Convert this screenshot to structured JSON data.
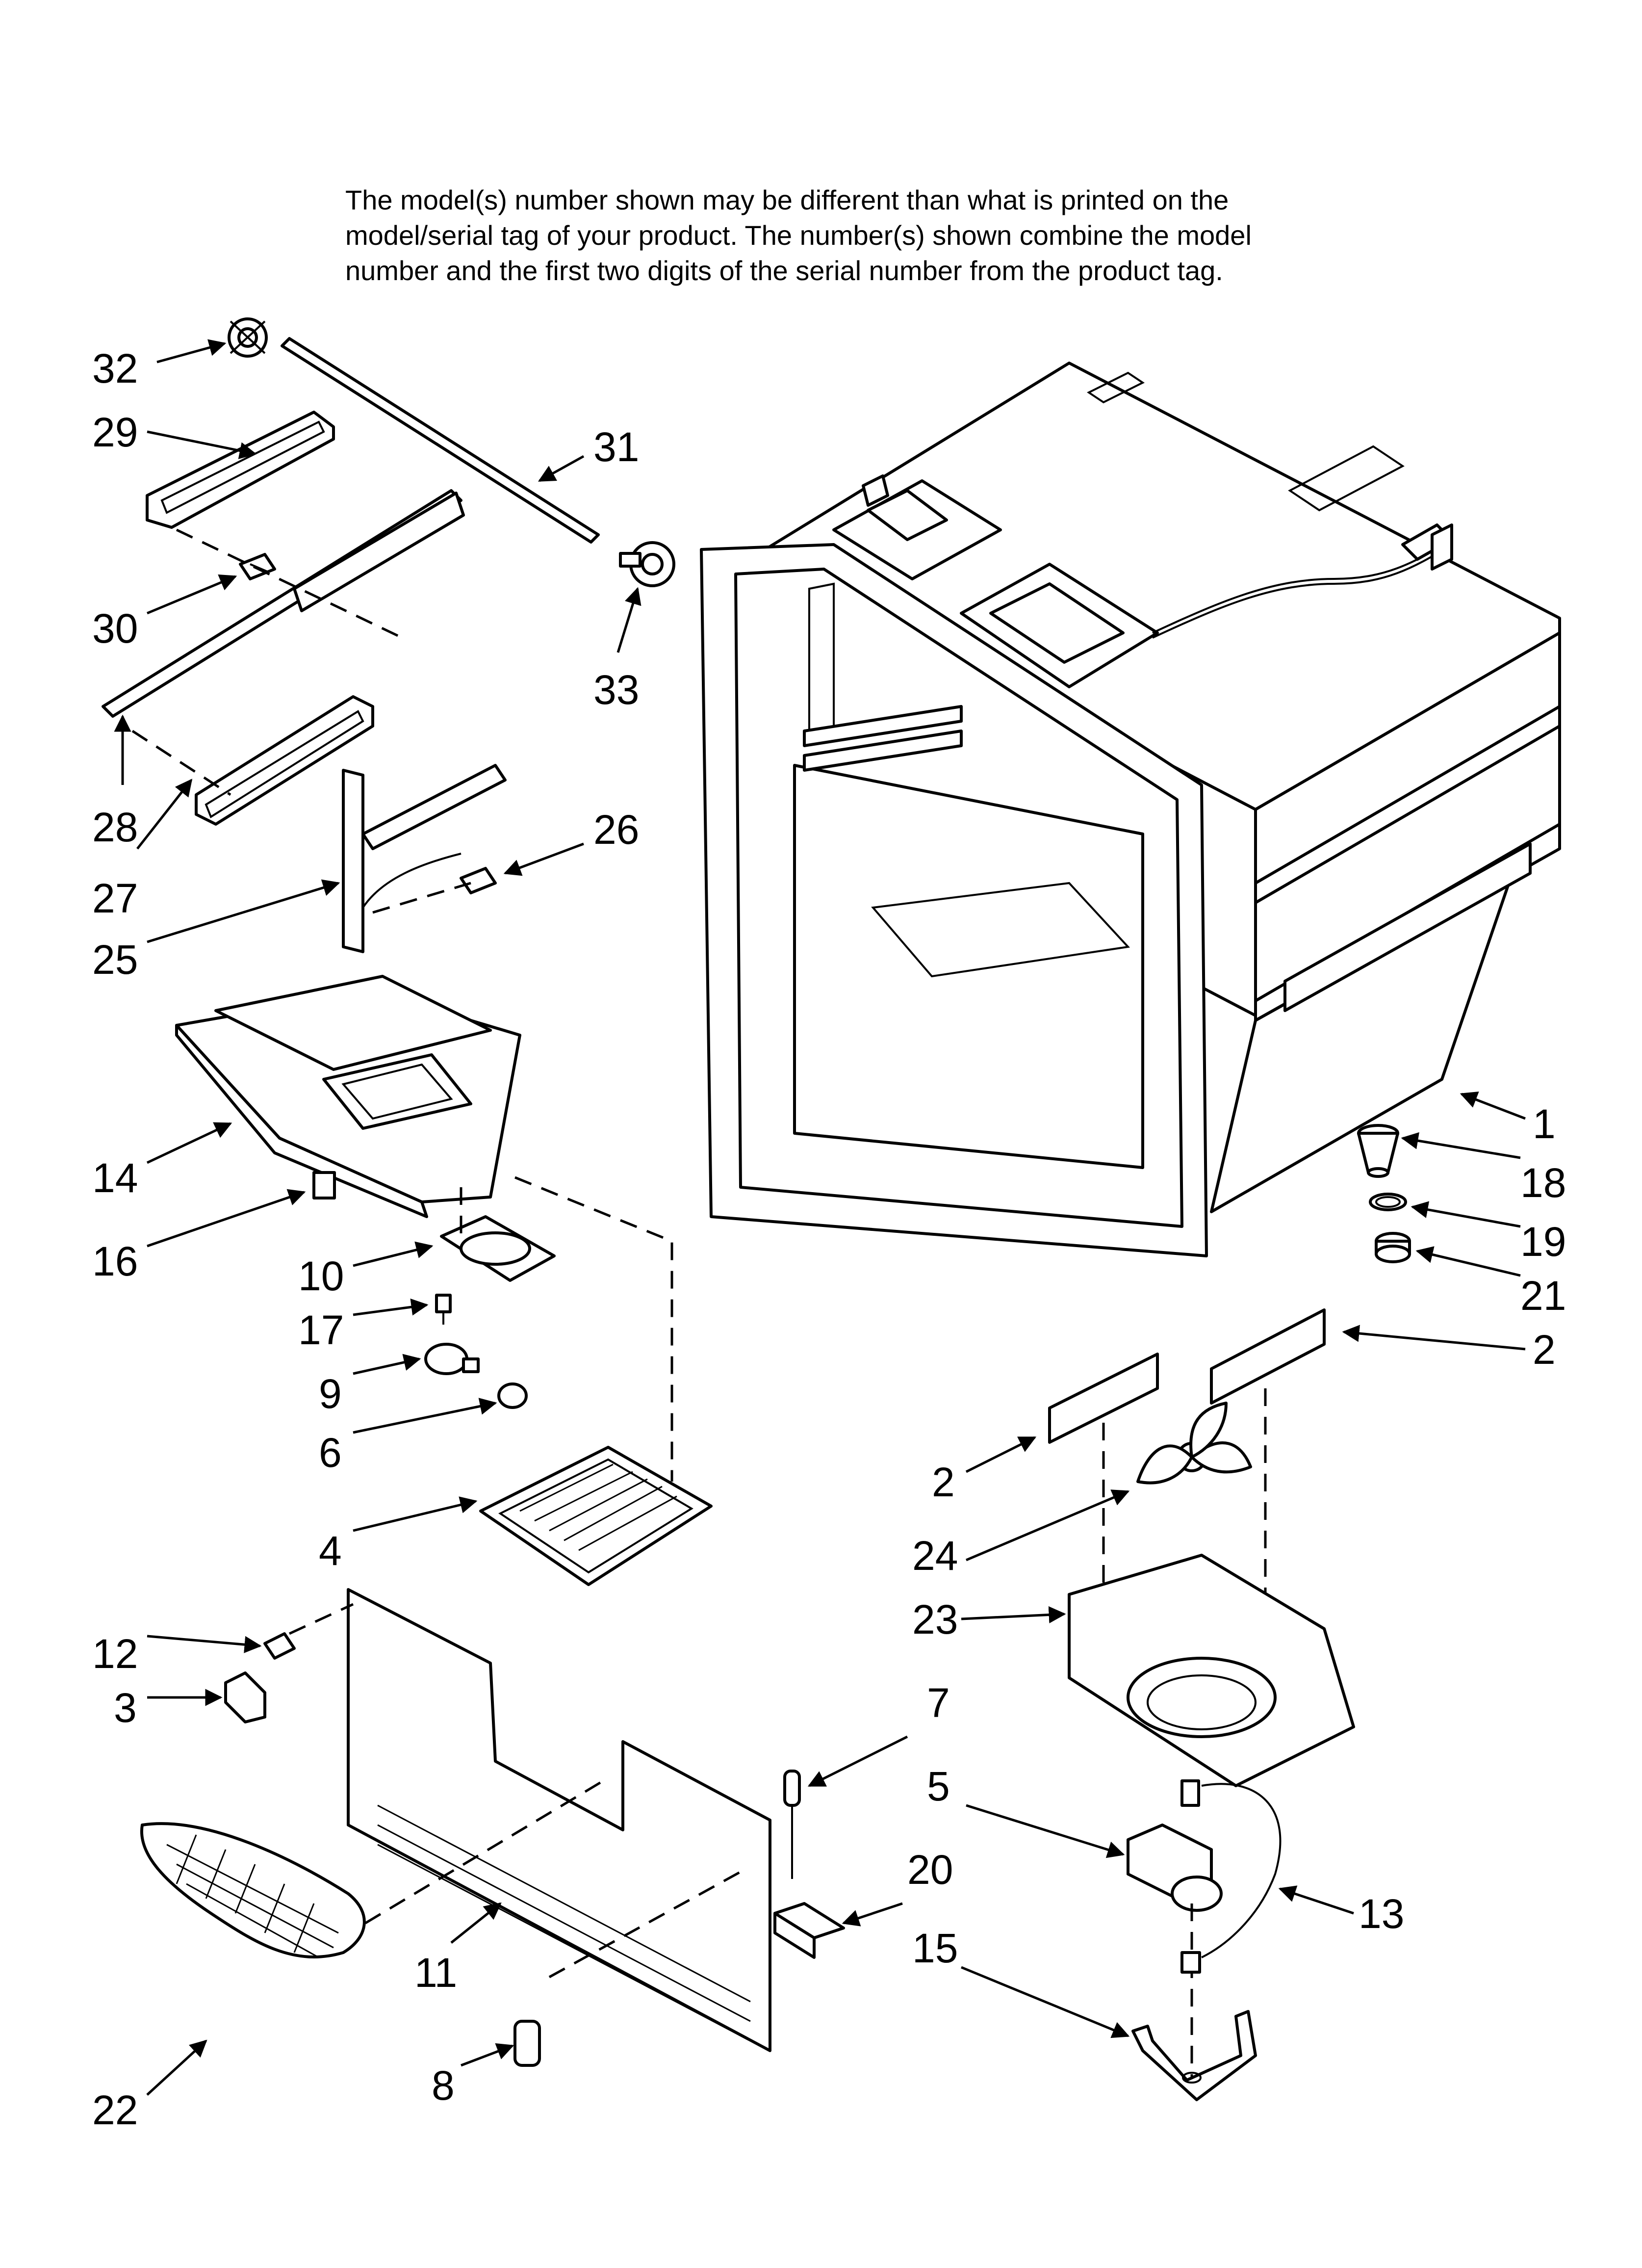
{
  "note": {
    "line1": "The model(s) number shown may be different than what is printed on the",
    "line2": "model/serial tag of your product. The number(s) shown combine the model",
    "line3": "number and the first two digits of the serial number from the product tag."
  },
  "callouts": [
    {
      "id": "c32",
      "text": "32"
    },
    {
      "id": "c29",
      "text": "29"
    },
    {
      "id": "c31",
      "text": "31"
    },
    {
      "id": "c30",
      "text": "30"
    },
    {
      "id": "c33",
      "text": "33"
    },
    {
      "id": "c28",
      "text": "28"
    },
    {
      "id": "c27",
      "text": "27"
    },
    {
      "id": "c26",
      "text": "26"
    },
    {
      "id": "c25",
      "text": "25"
    },
    {
      "id": "c14",
      "text": "14"
    },
    {
      "id": "c16",
      "text": "16"
    },
    {
      "id": "c10",
      "text": "10"
    },
    {
      "id": "c17",
      "text": "17"
    },
    {
      "id": "c9",
      "text": "9"
    },
    {
      "id": "c6",
      "text": "6"
    },
    {
      "id": "c4",
      "text": "4"
    },
    {
      "id": "c12",
      "text": "12"
    },
    {
      "id": "c3",
      "text": "3"
    },
    {
      "id": "c22",
      "text": "22"
    },
    {
      "id": "c11",
      "text": "11"
    },
    {
      "id": "c8",
      "text": "8"
    },
    {
      "id": "c1",
      "text": "1"
    },
    {
      "id": "c18",
      "text": "18"
    },
    {
      "id": "c19",
      "text": "19"
    },
    {
      "id": "c21",
      "text": "21"
    },
    {
      "id": "c2a",
      "text": "2"
    },
    {
      "id": "c2b",
      "text": "2"
    },
    {
      "id": "c24",
      "text": "24"
    },
    {
      "id": "c23",
      "text": "23"
    },
    {
      "id": "c7",
      "text": "7"
    },
    {
      "id": "c5",
      "text": "5"
    },
    {
      "id": "c20",
      "text": "20"
    },
    {
      "id": "c13",
      "text": "13"
    },
    {
      "id": "c15",
      "text": "15"
    }
  ]
}
